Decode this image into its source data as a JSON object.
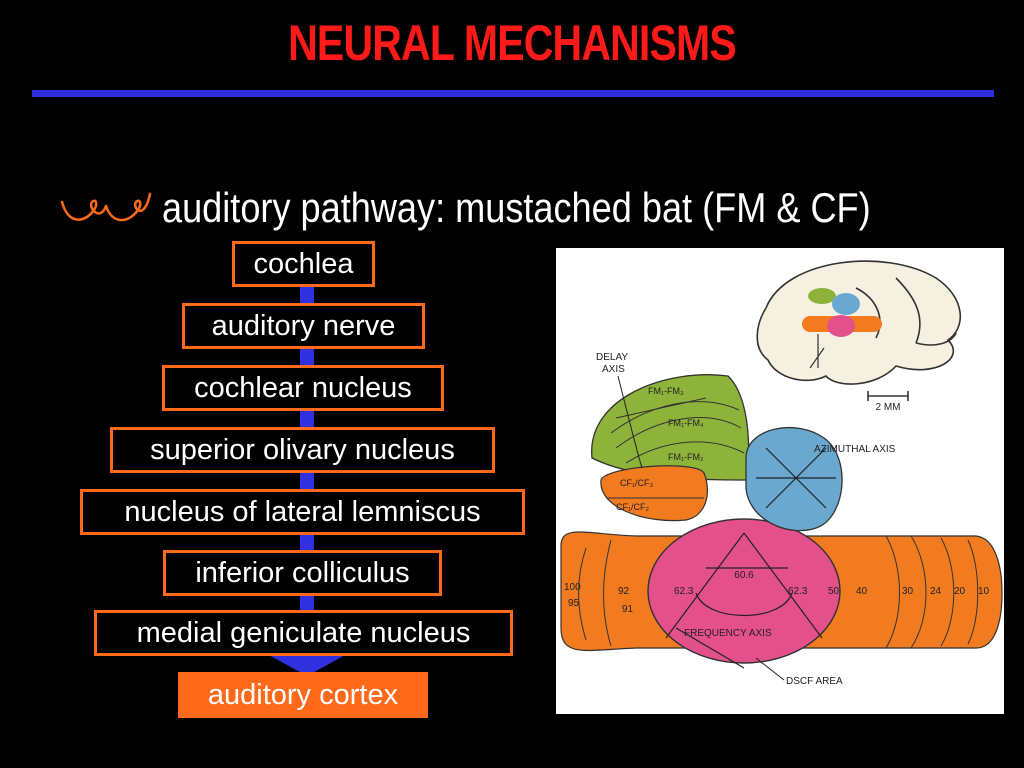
{
  "title": "NEURAL MECHANISMS",
  "bullet": {
    "icon": "double-loop-bullet-icon",
    "text": "auditory pathway: mustached bat (FM & CF)"
  },
  "pathway": [
    "cochlea",
    "auditory nerve",
    "cochlear nucleus",
    "superior olivary nucleus",
    "nucleus of lateral lemniscus",
    "inferior colliculus",
    "medial geniculate nucleus",
    "auditory cortex"
  ],
  "figure": {
    "delay_axis": [
      "DELAY",
      "AXIS"
    ],
    "fm_labels": [
      "FM₁-FM₃",
      "FM₁-FM₄",
      "FM₁-FM₂"
    ],
    "cf_labels": [
      "CF₁/CF₃",
      "CF₁/CF₂"
    ],
    "scale_bar": "2 MM",
    "azimuthal_axis": "AZIMUTHAL AXIS",
    "frequency_axis": "FREQUENCY AXIS",
    "dscf_area": "DSCF AREA",
    "freq_center": "60.6",
    "freq_left": "62.3",
    "freq_right": "62.3",
    "tonotopic_left": [
      "100",
      "95",
      "92",
      "91"
    ],
    "tonotopic_right": [
      "50",
      "40",
      "30",
      "24",
      "20",
      "10"
    ],
    "colors": {
      "orange": "#f27a1f",
      "green": "#8db33a",
      "blue": "#6aa8cf",
      "pink": "#e4508a"
    }
  },
  "colors": {
    "title": "#ff1a1a",
    "rule": "#2e2edc",
    "box_border": "#ff6a1a",
    "spine": "#3030e0"
  }
}
